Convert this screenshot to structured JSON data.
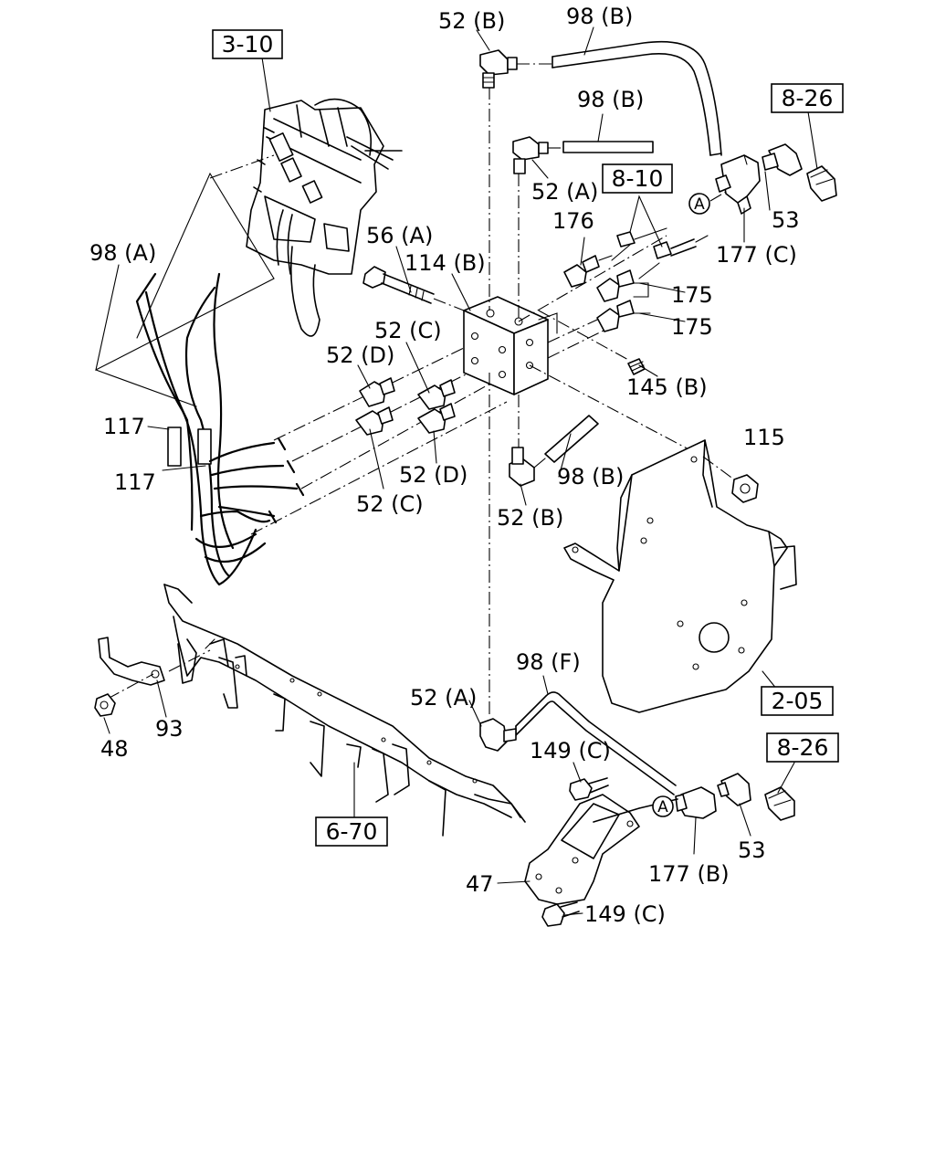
{
  "labels": {
    "l_52b_top": "52 (B)",
    "l_98b_top": "98 (B)",
    "l_98b_mid": "98 (B)",
    "l_52a_top": "52 (A)",
    "l_176": "176",
    "l_175a": "175",
    "l_175b": "175",
    "l_145b": "145 (B)",
    "l_53_top": "53",
    "l_177c": "177 (C)",
    "l_98a": "98 (A)",
    "l_56a": "56 (A)",
    "l_114b": "114 (B)",
    "l_52c_a": "52 (C)",
    "l_52d_a": "52 (D)",
    "l_117_a": "117",
    "l_117_b": "117",
    "l_52c_b": "52 (C)",
    "l_52d_b": "52 (D)",
    "l_98b_low": "98 (B)",
    "l_52b_low": "52 (B)",
    "l_115": "115",
    "l_98f": "98 (F)",
    "l_52a_low": "52 (A)",
    "l_149c_a": "149 (C)",
    "l_149c_b": "149 (C)",
    "l_53_low": "53",
    "l_177b": "177 (B)",
    "l_47": "47",
    "l_48": "48",
    "l_93": "93"
  },
  "refs": {
    "r_3_10": "3-10",
    "r_8_26_top": "8-26",
    "r_8_10": "8-10",
    "r_2_05": "2-05",
    "r_8_26_low": "8-26",
    "r_6_70": "6-70"
  },
  "markers": {
    "a_top": "A",
    "a_low": "A"
  }
}
